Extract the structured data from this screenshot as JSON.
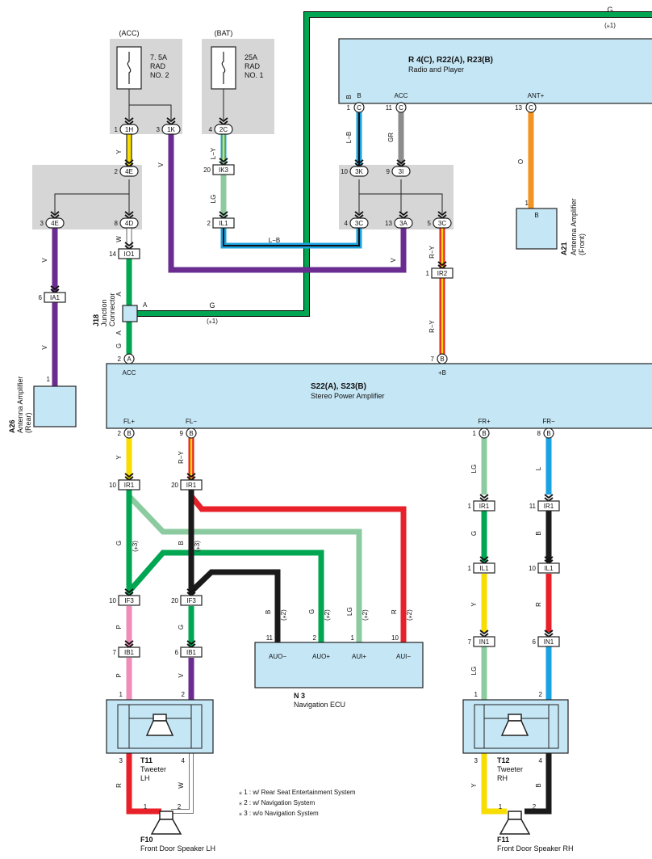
{
  "colors": {
    "Y": "#f7dd00",
    "V": "#6a2c91",
    "G": "#00a651",
    "LG": "#8ccba0",
    "L": "#1aa3e0",
    "GR": "#8c8c8c",
    "O": "#f39322",
    "R": "#e8202a",
    "B": "#1a1a1a",
    "P": "#f08cb8",
    "W": "#ffffff",
    "box": "#c5e6f5",
    "gray": "#d6d6d6"
  },
  "fuses": {
    "acc": {
      "tag": "(ACC)",
      "line1": "7. 5A",
      "line2": "RAD",
      "line3": "NO. 2"
    },
    "bat": {
      "tag": "(BAT)",
      "line1": "25A",
      "line2": "RAD",
      "line3": "NO. 1"
    }
  },
  "radio": {
    "title": "R 4(C), R22(A), R23(B)",
    "subtitle": "Radio and Player",
    "pins": {
      "b": "B",
      "acc": "ACC",
      "ant": "ANT+"
    },
    "pin_numbers": {
      "b": "1",
      "acc": "11",
      "ant": "13"
    },
    "pin_code": "C"
  },
  "top_wire": {
    "color": "G",
    "note": "(⁎1)"
  },
  "junction_j18": {
    "id": "J18",
    "name1": "Junction",
    "name2": "Connector",
    "pin": "A",
    "wire_label": "G",
    "wire_note": "(⁎1)"
  },
  "amp": {
    "title": "S22(A), S23(B)",
    "subtitle": "Stereo Power Amplifier",
    "pins": {
      "acc": "ACC",
      "b": "+B",
      "flp": "FL+",
      "fln": "FL−",
      "frp": "FR+",
      "frn": "FR−"
    },
    "pin_numbers": {
      "acc": "2",
      "b": "7",
      "flp": "2",
      "fln": "9",
      "frp": "1",
      "frn": "8"
    },
    "codes": {
      "acc": "A",
      "b": "B",
      "flp": "B",
      "fln": "B",
      "frp": "B",
      "frn": "B"
    }
  },
  "antenna_front": {
    "id": "A21",
    "name1": "Antenna Amplifier",
    "name2": "(Front)",
    "pin": "B",
    "pin_number": "1"
  },
  "antenna_rear": {
    "id": "A26",
    "name1": "Antenna Amplifier",
    "name2": "(Rear)",
    "pin_number": "1"
  },
  "nav": {
    "id": "N 3",
    "name": "Navigation ECU",
    "pins": [
      "AUO−",
      "AUO+",
      "AUI+",
      "AUI−"
    ],
    "pin_numbers": [
      "11",
      "2",
      "1",
      "10"
    ],
    "wires": [
      "B",
      "G",
      "LG",
      "R"
    ],
    "notes": [
      "(⁎2)",
      "(⁎2)",
      "(⁎2)",
      "(⁎2)"
    ]
  },
  "tweeter_lh": {
    "id": "T11",
    "name1": "Tweeter",
    "name2": "LH",
    "pins": [
      "1",
      "2",
      "3",
      "4"
    ]
  },
  "tweeter_rh": {
    "id": "T12",
    "name1": "Tweeter",
    "name2": "RH",
    "pins": [
      "1",
      "2",
      "3",
      "4"
    ]
  },
  "speaker_lh": {
    "id": "F10",
    "name": "Front Door Speaker LH",
    "pins": [
      "1",
      "2"
    ]
  },
  "speaker_rh": {
    "id": "F11",
    "name": "Front Door Speaker RH",
    "pins": [
      "1",
      "2"
    ]
  },
  "connectors": {
    "c1H": {
      "num": "1",
      "code": "1H"
    },
    "c1K": {
      "num": "3",
      "code": "1K"
    },
    "c2C": {
      "num": "4",
      "code": "2C"
    },
    "c4E_top": {
      "num": "2",
      "code": "4E"
    },
    "c4E": {
      "num": "3",
      "code": "4E"
    },
    "c4D": {
      "num": "8",
      "code": "4D"
    },
    "cIO1": {
      "num": "14",
      "code": "IO1"
    },
    "cIA1": {
      "num": "6",
      "code": "IA1"
    },
    "cIK3": {
      "num": "20",
      "code": "IK3"
    },
    "cIL1": {
      "num": "2",
      "code": "IL1"
    },
    "c3K": {
      "num": "10",
      "code": "3K"
    },
    "c3I": {
      "num": "9",
      "code": "3I"
    },
    "c3C": {
      "num": "4",
      "code": "3C"
    },
    "c3A": {
      "num": "13",
      "code": "3A"
    },
    "c3C2": {
      "num": "5",
      "code": "3C"
    },
    "cIR2": {
      "num": "1",
      "code": "IR2"
    },
    "cIR1a": {
      "num": "10",
      "code": "IR1"
    },
    "cIR1b": {
      "num": "20",
      "code": "IR1"
    },
    "cIF3a": {
      "num": "10",
      "code": "IF3"
    },
    "cIF3b": {
      "num": "20",
      "code": "IF3"
    },
    "cIB1a": {
      "num": "7",
      "code": "IB1"
    },
    "cIB1b": {
      "num": "6",
      "code": "IB1"
    },
    "cIR1c": {
      "num": "1",
      "code": "IR1"
    },
    "cIR1d": {
      "num": "11",
      "code": "IR1"
    },
    "cIL1c": {
      "num": "1",
      "code": "IL1"
    },
    "cIL1d": {
      "num": "10",
      "code": "IL1"
    },
    "cIN1a": {
      "num": "7",
      "code": "IN1"
    },
    "cIN1b": {
      "num": "6",
      "code": "IN1"
    }
  },
  "wire_labels": {
    "w1H": "Y",
    "w1K": "V",
    "w2C": "L−Y",
    "wIK3": "LG",
    "wIL1": "L−B",
    "w4E": "V",
    "w4D": "W",
    "wIO1": "A",
    "wIA1": "V",
    "wJ18": "A",
    "wACC": "G",
    "wRB": "B",
    "wRA": "L−B",
    "wRACC": "GR",
    "wANT": "O",
    "w3A": "V",
    "w3C": "R−Y",
    "wIR2": "R−Y",
    "wFLp": "Y",
    "wFLn": "R−Y",
    "wG3": "G",
    "wB3": "B",
    "n3a": "(⁎3)",
    "n3b": "(⁎3)",
    "wP": "P",
    "wG": "G",
    "wP2": "P",
    "wV": "V",
    "wR": "R",
    "wW": "W",
    "wFRp": "LG",
    "wFRn": "L",
    "wG2": "G",
    "wB2": "B",
    "wY2": "Y",
    "wR2": "R",
    "wLG3": "LG",
    "wY3": "Y",
    "wB4": "B"
  },
  "legend": [
    "⁎ 1 : w/ Rear Seat Entertainment System",
    "⁎ 2 : w/ Navigation System",
    "⁎ 3 : w/o Navigation System"
  ]
}
